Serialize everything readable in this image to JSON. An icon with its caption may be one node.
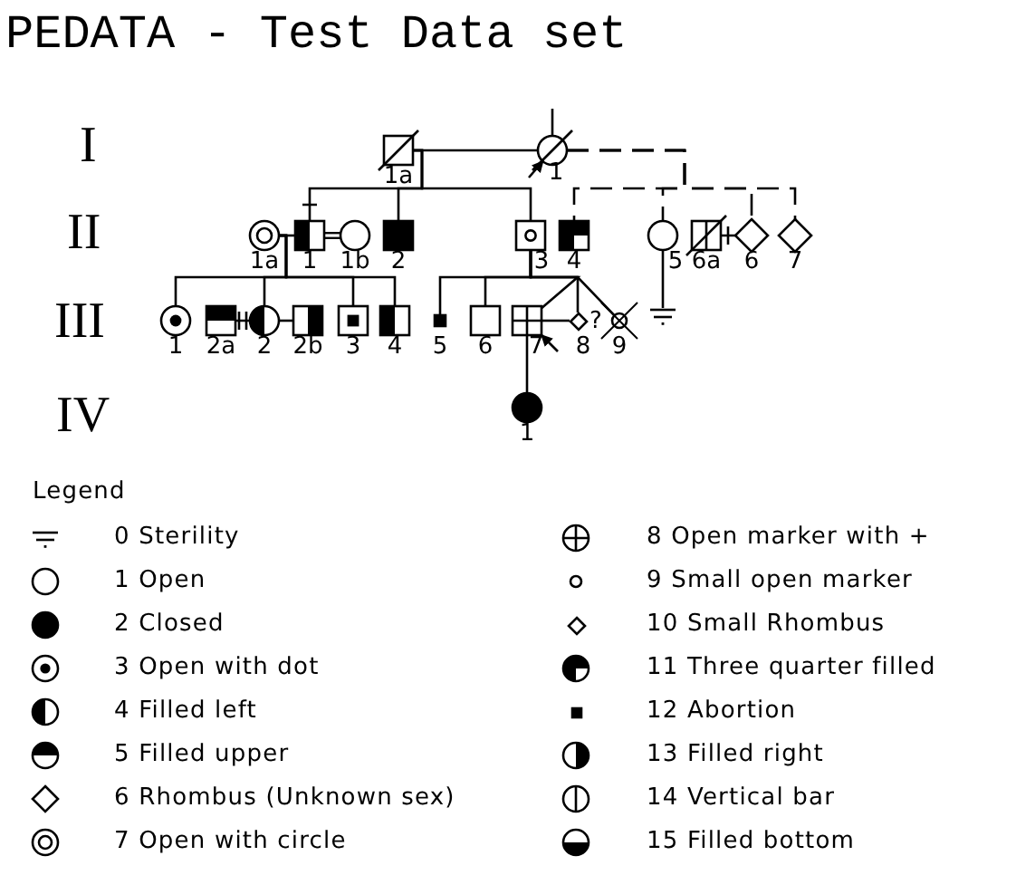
{
  "diagram": {
    "title": "PEDATA - Test Data set",
    "nodes": [
      {
        "text": [
          "1a"
        ]
      },
      {
        "text": [
          "1"
        ]
      },
      {
        "text": [
          "1a"
        ]
      },
      {
        "text": [
          "1"
        ]
      },
      {
        "text": [
          "1b"
        ]
      },
      {
        "text": [
          "2"
        ]
      },
      {
        "text": [
          "3"
        ]
      },
      {
        "text": [
          "4"
        ]
      },
      {
        "text": [
          "5"
        ]
      },
      {
        "text": [
          "6a"
        ]
      },
      {
        "text": [
          "6"
        ]
      },
      {
        "text": [
          "7"
        ]
      },
      {
        "text": [
          "1"
        ]
      },
      {
        "text": [
          "2a"
        ]
      },
      {
        "text": [
          "2"
        ]
      },
      {
        "text": [
          "2b"
        ]
      },
      {
        "text": [
          "3"
        ]
      },
      {
        "text": [
          "4"
        ]
      },
      {
        "text": [
          "5"
        ]
      },
      {
        "text": [
          "6"
        ]
      },
      {
        "text": [
          "7"
        ]
      },
      {
        "text": [
          "8"
        ]
      },
      {
        "text": [
          "9"
        ],
        "beside": [
          "?"
        ]
      },
      {
        "text": [],
        "shape": "bar"
      },
      {
        "text": [
          "1"
        ]
      }
    ],
    "edges": [
      {
        "from": 0,
        "to": 1,
        "arrow": "none"
      },
      {
        "from": 0,
        "to": 3,
        "arrow": "none"
      },
      {
        "from": 0,
        "to": 5,
        "arrow": "none"
      },
      {
        "from": 0,
        "to": 6,
        "arrow": "none"
      },
      {
        "from": 1,
        "to": 7,
        "arrow": "none",
        "style": "dashed"
      },
      {
        "from": 1,
        "to": 8,
        "arrow": "none",
        "style": "dashed"
      },
      {
        "from": 1,
        "to": 10,
        "arrow": "none",
        "style": "dashed"
      },
      {
        "from": 1,
        "to": 11,
        "arrow": "none",
        "style": "dashed"
      },
      {
        "from": 2,
        "to": 3,
        "arrow": "none"
      },
      {
        "from": 3,
        "to": 4,
        "arrow": "none",
        "style": "thick"
      },
      {
        "from": 2,
        "to": 12,
        "arrow": "none"
      },
      {
        "from": 2,
        "to": 14,
        "arrow": "none"
      },
      {
        "from": 2,
        "to": 16,
        "arrow": "none"
      },
      {
        "from": 2,
        "to": 17,
        "arrow": "none"
      },
      {
        "from": 9,
        "to": 10,
        "arrow": "none"
      },
      {
        "from": 6,
        "to": 18,
        "arrow": "none"
      },
      {
        "from": 6,
        "to": 19,
        "arrow": "none"
      },
      {
        "from": 6,
        "to": 20,
        "arrow": "none"
      },
      {
        "from": 6,
        "to": 21,
        "arrow": "none"
      },
      {
        "from": 6,
        "to": 22,
        "arrow": "none"
      },
      {
        "from": 13,
        "to": 14,
        "arrow": "none"
      },
      {
        "from": 14,
        "to": 15,
        "arrow": "none"
      },
      {
        "from": 20,
        "to": 21,
        "arrow": "none"
      },
      {
        "from": 8,
        "to": 23,
        "arrow": "none"
      },
      {
        "from": 20,
        "to": 24,
        "arrow": "none"
      },
      {
        "from": null,
        "to": 1,
        "arrow": "none"
      },
      {
        "from": null,
        "to": 1,
        "arrow": "to"
      },
      {
        "from": null,
        "to": 20,
        "arrow": "to"
      }
    ],
    "labels": [
      "I",
      "II",
      "III",
      "IV",
      "Legend"
    ],
    "legend": [
      {
        "text": "0 Sterility"
      },
      {
        "text": "1 Open"
      },
      {
        "text": "2 Closed"
      },
      {
        "text": "3 Open with dot"
      },
      {
        "text": "4 Filled left"
      },
      {
        "text": "5 Filled upper"
      },
      {
        "text": "6 Rhombus (Unknown sex)"
      },
      {
        "text": "7 Open with circle"
      },
      {
        "text": "8 Open marker with +"
      },
      {
        "text": "9 Small open marker"
      },
      {
        "text": "10 Small Rhombus"
      },
      {
        "text": "11 Three quarter filled"
      },
      {
        "text": "12 Abortion"
      },
      {
        "text": "13 Filled right"
      },
      {
        "text": "14 Vertical bar"
      },
      {
        "text": "15 Filled bottom"
      }
    ]
  }
}
